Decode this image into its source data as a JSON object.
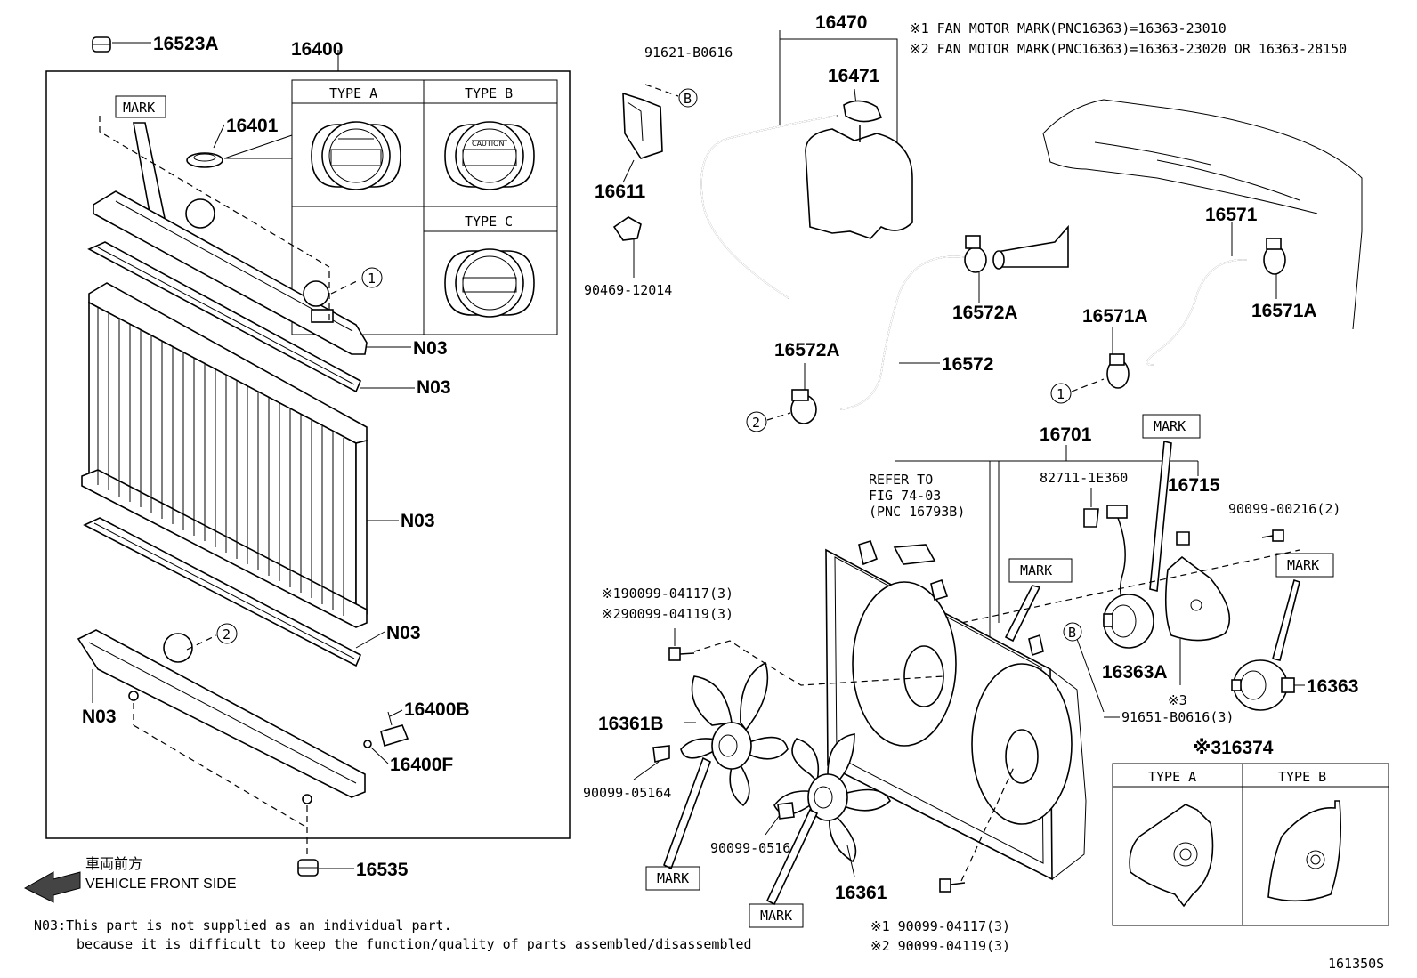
{
  "notes": {
    "fan_mark_1": "※1 FAN MOTOR MARK(PNC16363)=16363-23010",
    "fan_mark_2": "※2 FAN MOTOR MARK(PNC16363)=16363-23020 OR 16363-28150",
    "n03_line1": "N03:This part is not supplied as an individual part.",
    "n03_line2": "because it is difficult to keep the function/quality of parts assembled/disassembled",
    "front_jp": "車両前方",
    "front_en": "VEHICLE FRONT SIDE",
    "fig_id": "161350S"
  },
  "cap_types": {
    "a": "TYPE A",
    "b": "TYPE B",
    "c": "TYPE C",
    "caution": "CAUTION"
  },
  "bracket_types": {
    "a": "TYPE A",
    "b": "TYPE B"
  },
  "refer": {
    "line1": "REFER TO",
    "line2": "FIG 74-03",
    "line3": "(PNC 16793B)"
  },
  "mark_label": "MARK",
  "callout_1": "1",
  "callout_2": "2",
  "callout_b": "B",
  "parts": {
    "p16523A": "16523A",
    "p16400": "16400",
    "p16401": "16401",
    "n03": "N03",
    "p16400B": "16400B",
    "p16400F": "16400F",
    "p16535": "16535",
    "p91621": "91621-B0616",
    "p16611": "16611",
    "p90469": "90469-12014",
    "p16470": "16470",
    "p16471": "16471",
    "p16571": "16571",
    "p16572A": "16572A",
    "p16572": "16572",
    "p16571A": "16571A",
    "p16701": "16701",
    "p82711": "82711-1E360",
    "p16715": "16715",
    "p90099_00216": "90099-00216(2)",
    "p16363A": "16363A",
    "p16363": "16363",
    "mark3": "※3",
    "p91651": "91651-B0616(3)",
    "p16374": "※316374",
    "bolt1_top": "※190099-04117(3)",
    "bolt2_top": "※290099-04119(3)",
    "p16361B": "16361B",
    "p90099_05164": "90099-05164",
    "p16361": "16361",
    "bolt1_bot": "※1 90099-04117(3)",
    "bolt2_bot": "※2 90099-04119(3)"
  }
}
